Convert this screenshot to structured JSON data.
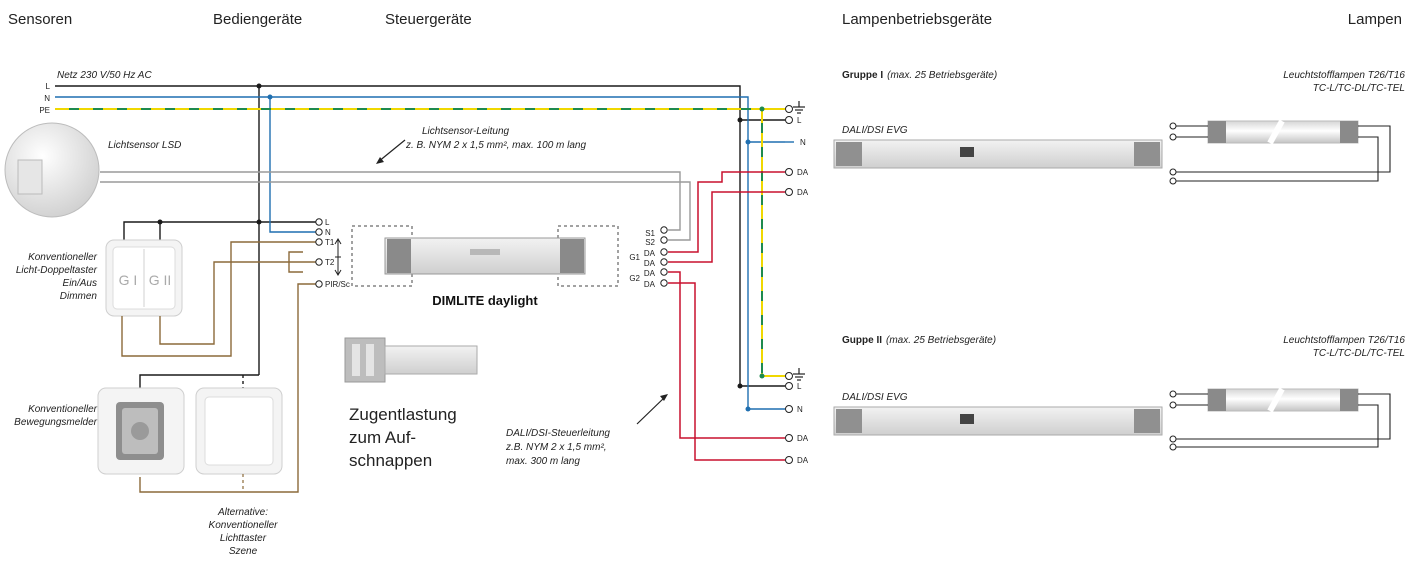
{
  "headers": {
    "sensors": "Sensoren",
    "controls": "Bediengeräte",
    "controllers": "Steuergeräte",
    "ballasts": "Lampenbetriebsgeräte",
    "lamps": "Lampen"
  },
  "mains": {
    "label": "Netz 230 V/50 Hz AC",
    "L": "L",
    "N": "N",
    "PE": "PE"
  },
  "sensor": {
    "label": "Lichtsensor LSD",
    "cable_line1": "Lichtsensor-Leitung",
    "cable_line2": "z. B. NYM 2 x 1,5 mm², max. 100 m lang"
  },
  "switch": {
    "line1": "Konventioneller",
    "line2": "Licht-Doppeltaster",
    "line3": "Ein/Aus",
    "line4": "Dimmen",
    "button1": "G I",
    "button2": "G II"
  },
  "motion": {
    "line1": "Konventioneller",
    "line2": "Bewegungsmelder"
  },
  "alternative": {
    "line1": "Alternative:",
    "line2": "Konventioneller",
    "line3": "Lichttaster",
    "line4": "Szene"
  },
  "controller": {
    "name": "DIMLITE daylight",
    "left_terminals": [
      "L",
      "N",
      "T1",
      "T2",
      "PIR/Sc"
    ],
    "right_terminals": [
      "S1",
      "S2",
      "DA",
      "DA",
      "DA",
      "DA"
    ],
    "group1": "G1",
    "group2": "G2"
  },
  "strain": {
    "line1": "Zugentlastung",
    "line2": "zum Auf-",
    "line3": "schnappen"
  },
  "dali_cable": {
    "line1": "DALI/DSI-Steuerleitung",
    "line2": "z.B. NYM 2 x 1,5 mm²,",
    "line3": "max. 300 m lang"
  },
  "bus_terminals": {
    "L": "L",
    "N": "N",
    "DA": "DA"
  },
  "group1": {
    "title": "Gruppe I",
    "note": "(max. 25 Betriebsgeräte)",
    "ballast": "DALI/DSI EVG",
    "lamp_line1": "Leuchtstofflampen T26/T16",
    "lamp_line2": "TC-L/TC-DL/TC-TEL"
  },
  "group2": {
    "title": "Guppe II",
    "note": "(max. 25 Betriebsgeräte)",
    "ballast": "DALI/DSI EVG",
    "lamp_line1": "Leuchtstofflampen T26/T16",
    "lamp_line2": "TC-L/TC-DL/TC-TEL"
  },
  "colors": {
    "phase": "#1a1a1a",
    "neutral": "#1f6fb0",
    "pe_green": "#1e8a4e",
    "pe_yellow": "#f0d800",
    "dali": "#c8102e",
    "control": "#8b6a3a",
    "sensor_cable": "#9a9a9a"
  }
}
